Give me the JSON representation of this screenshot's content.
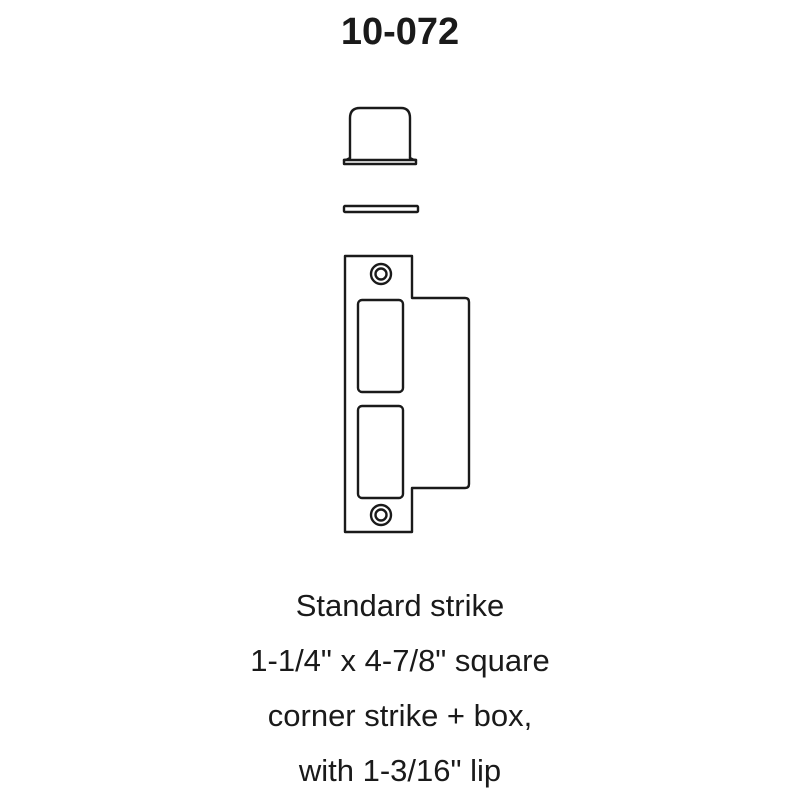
{
  "part_number": "10-072",
  "caption": [
    "Standard strike",
    "1-1/4\" x 4-7/8\" square",
    "corner strike + box,",
    "with 1-3/16\" lip"
  ],
  "colors": {
    "line": "#1a1a1a",
    "background": "#ffffff"
  }
}
